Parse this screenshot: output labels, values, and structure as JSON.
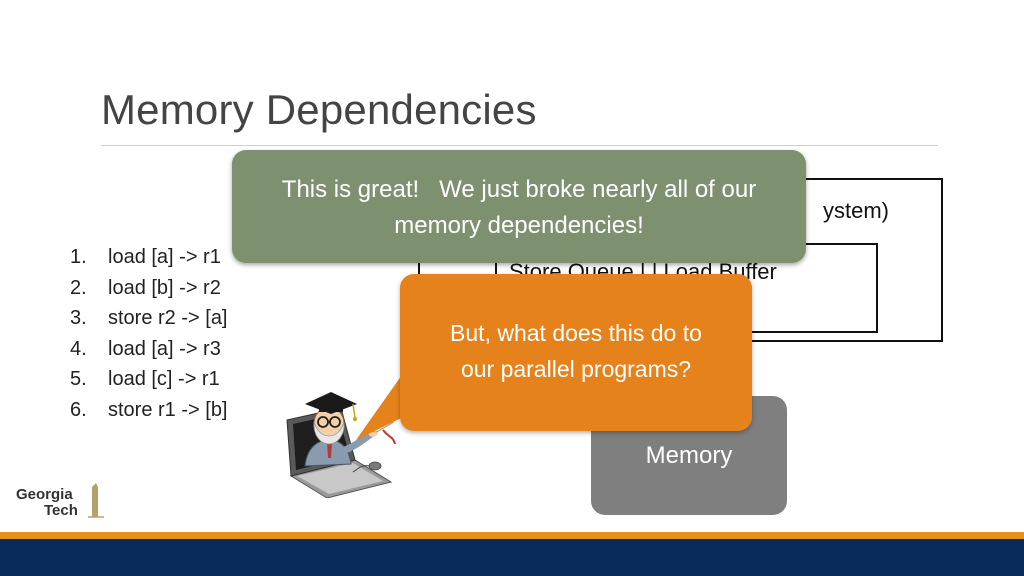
{
  "slide": {
    "title": "Memory Dependencies",
    "instructions": [
      {
        "num": "1.",
        "text": "load [a] -> r1"
      },
      {
        "num": "2.",
        "text": "load [b] -> r2"
      },
      {
        "num": "3.",
        "text": "store r2 -> [a]"
      },
      {
        "num": "4.",
        "text": "load [a] -> r3"
      },
      {
        "num": "5.",
        "text": "load [c] -> r1"
      },
      {
        "num": "6.",
        "text": "store r1 -> [b]"
      }
    ],
    "memory_system_label": "ystem)",
    "lsq_label": "Store Queue | | Load Buffer",
    "memory_label": "Memory",
    "callout_green": {
      "line1": "This is great!   We just broke nearly all of our",
      "line2": "memory dependencies!"
    },
    "callout_orange": {
      "line1": "But, what does this do to",
      "line2": "our parallel programs?"
    },
    "logo": {
      "line1": "Georgia",
      "line2": "Tech"
    }
  },
  "colors": {
    "green_callout": "#7d9170",
    "orange_callout": "#e5821c",
    "memory_gray": "#7f7f7f",
    "footer_orange": "#e5901c",
    "footer_navy": "#0b2a5c"
  },
  "icons": {
    "professor": "professor-laptop-illustration",
    "logo": "georgia-tech-logo"
  }
}
